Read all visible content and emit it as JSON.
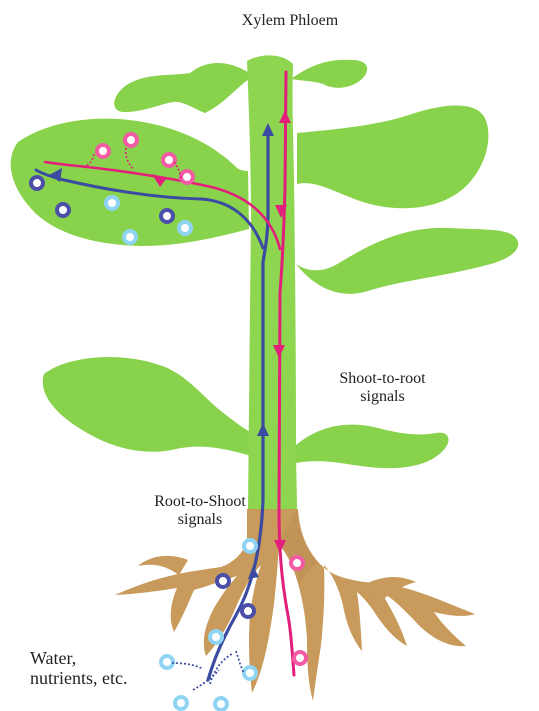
{
  "labels": {
    "header": "Xylem Phloem",
    "shoot_to_root": {
      "line1": "Shoot-to-root",
      "line2": "signals"
    },
    "root_to_shoot": {
      "line1": "Root-to-Shoot",
      "line2": "signals"
    },
    "water_nutrients": {
      "line1": "Water,",
      "line2": "nutrients, etc."
    }
  },
  "colors": {
    "background": "#ffffff",
    "leaf_green": "#89d24b",
    "stem_green": "#8fd650",
    "root_tan": "#c89a5b",
    "root_tan_dark": "#b78a4e",
    "xylem_blue": "#3a4ba1",
    "phloem_pink": "#e21f7a",
    "signal_light_blue": "#8fd4f3",
    "signal_dark_blue": "#4c4fa8",
    "signal_pink": "#f35ba4",
    "text": "#222222"
  }
}
